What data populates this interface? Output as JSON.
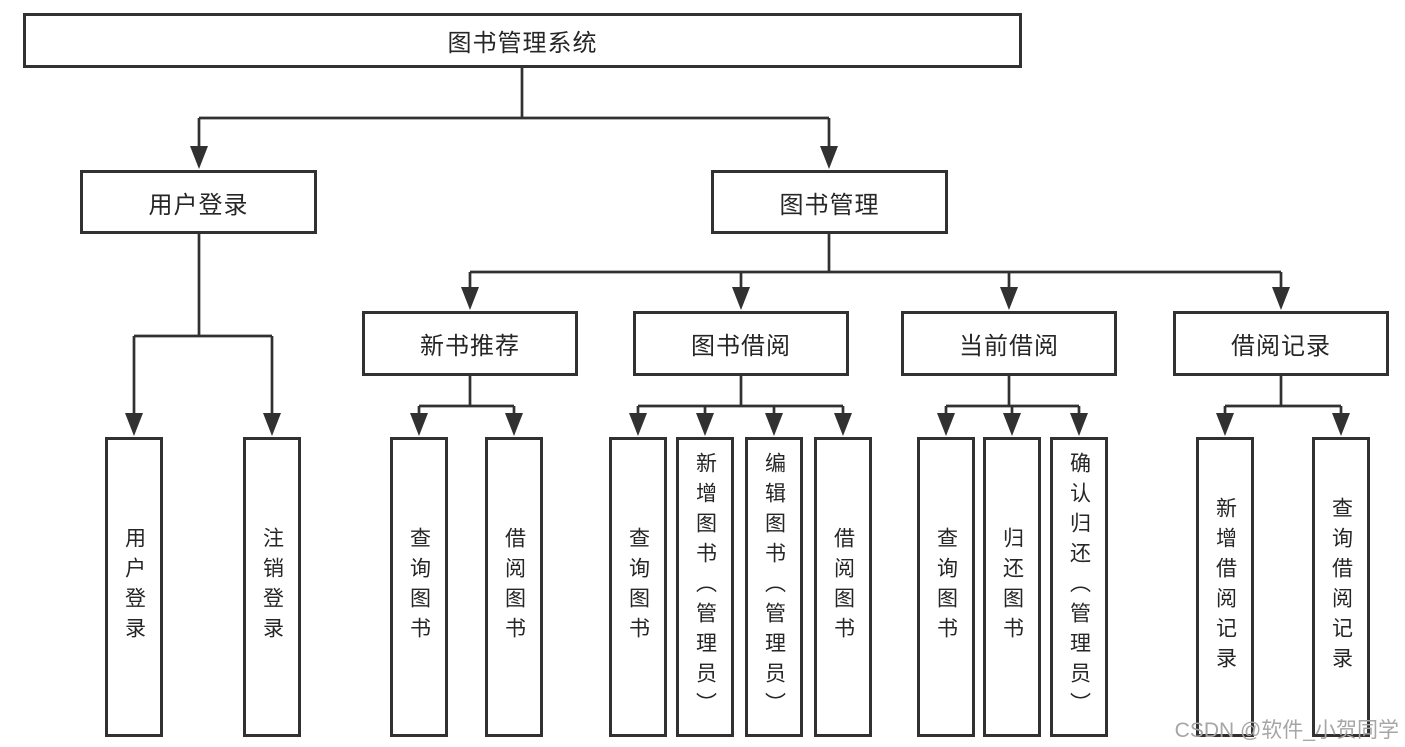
{
  "diagram_title": "图书管理系统",
  "tree": {
    "label": "图书管理系统",
    "children": [
      {
        "label": "用户登录",
        "children": [
          {
            "label": "用户登录"
          },
          {
            "label": "注销登录"
          }
        ]
      },
      {
        "label": "图书管理",
        "children": [
          {
            "label": "新书推荐",
            "children": [
              {
                "label": "查询图书"
              },
              {
                "label": "借阅图书"
              }
            ]
          },
          {
            "label": "图书借阅",
            "children": [
              {
                "label": "查询图书"
              },
              {
                "label": "新增图书（管理员）"
              },
              {
                "label": "编辑图书（管理员）"
              },
              {
                "label": "借阅图书"
              }
            ]
          },
          {
            "label": "当前借阅",
            "children": [
              {
                "label": "查询图书"
              },
              {
                "label": "归还图书"
              },
              {
                "label": "确认归还（管理员）"
              }
            ]
          },
          {
            "label": "借阅记录",
            "children": [
              {
                "label": "新增借阅记录"
              },
              {
                "label": "查询借阅记录"
              }
            ]
          }
        ]
      }
    ]
  },
  "watermark": "CSDN @软件_小贺同学",
  "colors": {
    "line": "#313131",
    "box_border": "#313131",
    "text": "#262626",
    "background": "#ffffff",
    "watermark": "#a6a6a6"
  }
}
